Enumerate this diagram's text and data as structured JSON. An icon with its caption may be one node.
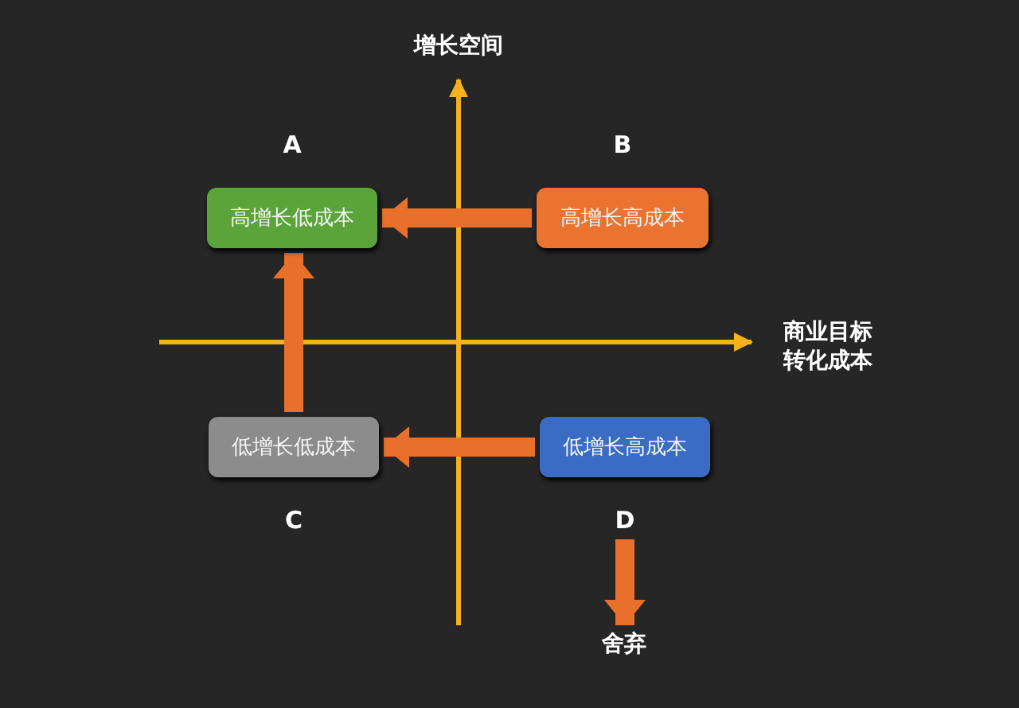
{
  "diagram": {
    "nodes": [
      {
        "text": [
          "高增长低成本"
        ],
        "beside": [
          "A"
        ]
      },
      {
        "text": [
          "高增长高成本"
        ],
        "beside": [
          "B"
        ]
      },
      {
        "text": [
          "低增长低成本"
        ],
        "beside": [
          "C"
        ]
      },
      {
        "text": [
          "低增长高成本"
        ],
        "beside": [
          "D"
        ]
      },
      {
        "text": [
          "舍弃"
        ]
      }
    ],
    "edges": [
      {
        "from": 1,
        "to": 0,
        "arrow": "to"
      },
      {
        "from": 2,
        "to": 0,
        "arrow": "to"
      },
      {
        "from": 3,
        "to": 2,
        "arrow": "to"
      },
      {
        "from": 3,
        "to": 4,
        "arrow": "to"
      }
    ],
    "labels": [
      "增长空间",
      "商业目标转化成本"
    ]
  }
}
